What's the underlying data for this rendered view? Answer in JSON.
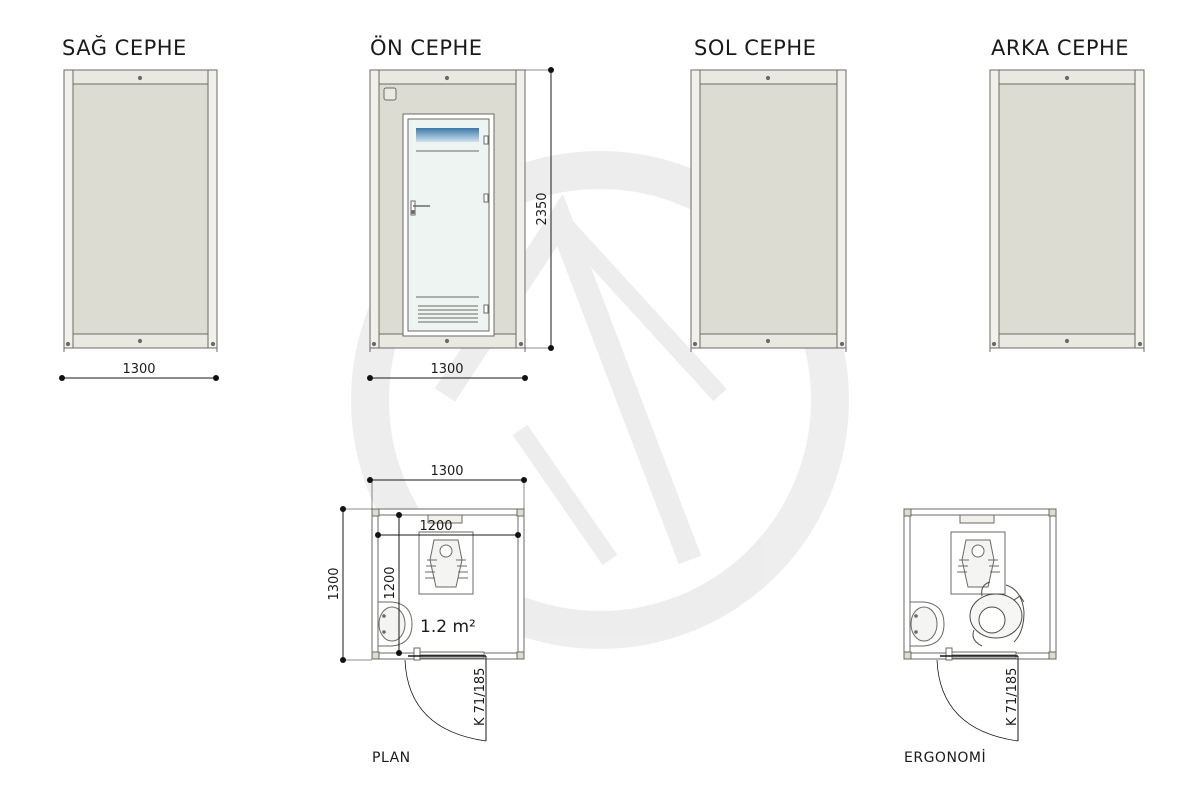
{
  "views": {
    "right_title": "SAĞ CEPHE",
    "front_title": "ÖN CEPHE",
    "left_title": "SOL CEPHE",
    "back_title": "ARKA CEPHE",
    "plan_caption": "PLAN",
    "ergonomics_caption": "ERGONOMİ"
  },
  "dimensions": {
    "right_width": "1300",
    "front_width": "1300",
    "front_height": "2350",
    "plan_width": "1300",
    "plan_depth": "1300",
    "plan_inner_width": "1200",
    "plan_inner_depth": "1200",
    "door_code_plan": "K 71/185",
    "door_code_ergonomics": "K 71/185"
  },
  "plan": {
    "area_label": "1.2 m²"
  },
  "colors": {
    "panel_fill": "#dddcd3",
    "frame_fill": "#e9e8e1",
    "line": "#6a6a66",
    "glass": "#eef4f2",
    "transom": "#8fb7d4",
    "watermark": "#ececec"
  }
}
